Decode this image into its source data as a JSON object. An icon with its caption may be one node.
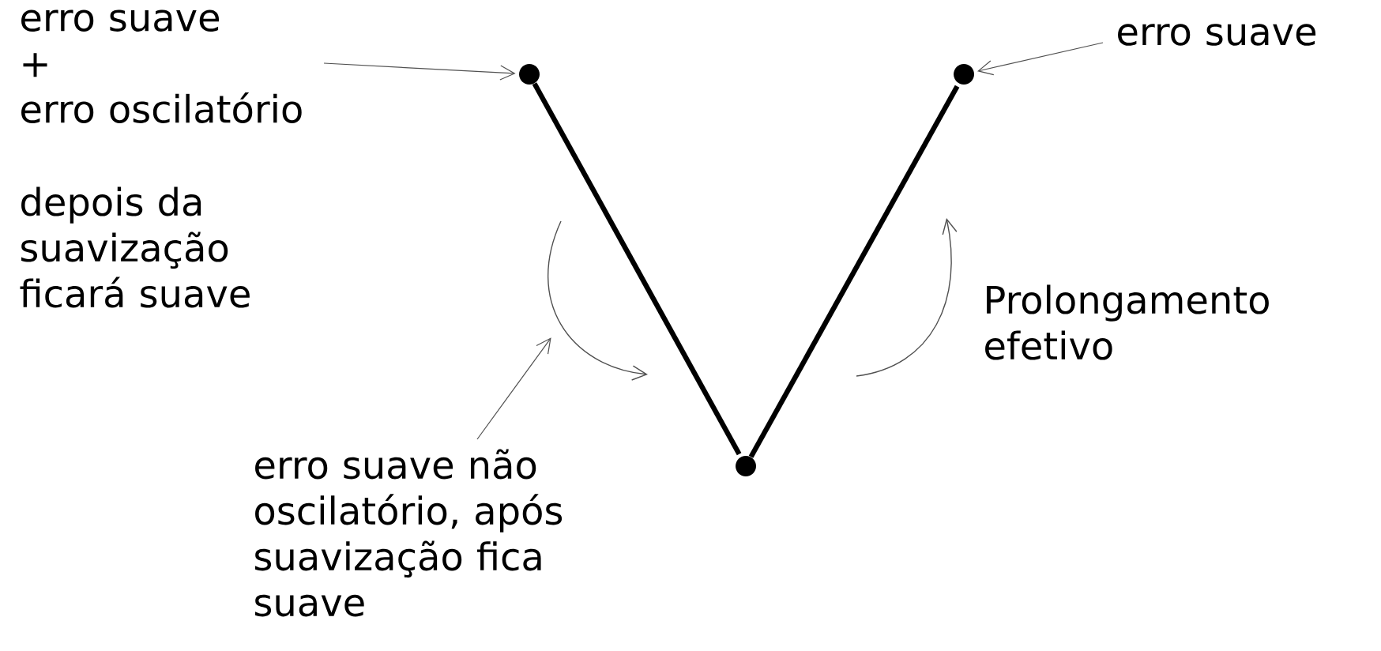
{
  "diagram": {
    "nodes": [
      {
        "text": [
          "erro suave",
          "+",
          "erro oscilatório"
        ]
      },
      {
        "text": [],
        "shape": "circle"
      },
      {
        "text": [],
        "shape": "circle"
      },
      {
        "text": [],
        "shape": "circle"
      },
      {
        "text": [
          "erro suave"
        ]
      },
      {
        "text": [
          "erro suave não oscilatório, após suavização fica suave"
        ]
      }
    ],
    "edges": [
      {
        "from": 0,
        "to": 1,
        "arrow": "to"
      },
      {
        "from": 4,
        "to": 2,
        "arrow": "to"
      },
      {
        "from": 1,
        "to": 3,
        "arrow": "none",
        "style": "thick",
        "color": "#000000"
      },
      {
        "from": 3,
        "to": 2,
        "arrow": "none",
        "style": "thick",
        "color": "#000000"
      },
      {
        "from": 5,
        "to": null,
        "arrow": "to"
      }
    ],
    "labels": [
      "depois da suavização ficará suave",
      "Prolongamento efetivo"
    ]
  }
}
